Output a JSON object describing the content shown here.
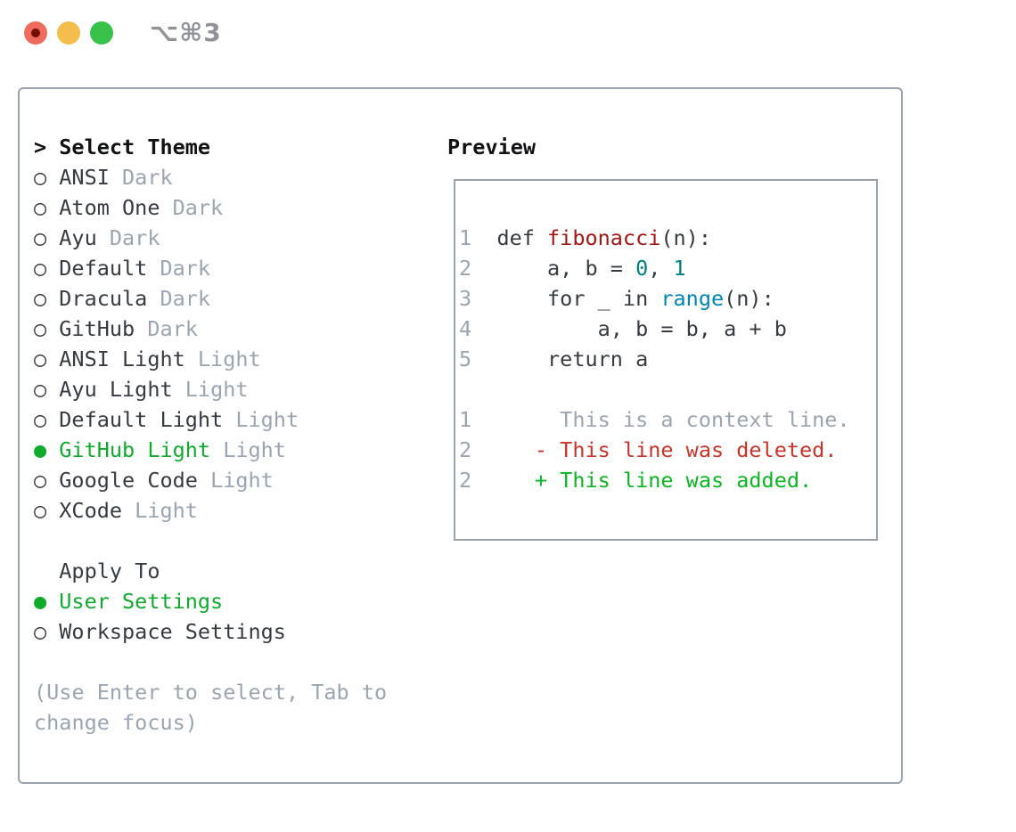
{
  "window": {
    "title": "⌥⌘3"
  },
  "traffic_lights": {
    "close_color": "#ee6a5d",
    "close_dot_color": "#740d02",
    "minimize_color": "#f5bd4b",
    "zoom_color": "#38c24a"
  },
  "theme_panel": {
    "select_header": "Select Theme",
    "cursor": ">",
    "bullet_unselected": "○",
    "bullet_selected": "●",
    "themes": [
      {
        "name": "ANSI",
        "variant": "Dark",
        "selected": false
      },
      {
        "name": "Atom One",
        "variant": "Dark",
        "selected": false
      },
      {
        "name": "Ayu",
        "variant": "Dark",
        "selected": false
      },
      {
        "name": "Default",
        "variant": "Dark",
        "selected": false
      },
      {
        "name": "Dracula",
        "variant": "Dark",
        "selected": false
      },
      {
        "name": "GitHub",
        "variant": "Dark",
        "selected": false
      },
      {
        "name": "ANSI Light",
        "variant": "Light",
        "selected": false
      },
      {
        "name": "Ayu Light",
        "variant": "Light",
        "selected": false
      },
      {
        "name": "Default Light",
        "variant": "Light",
        "selected": false
      },
      {
        "name": "GitHub Light",
        "variant": "Light",
        "selected": true
      },
      {
        "name": "Google Code",
        "variant": "Light",
        "selected": false
      },
      {
        "name": "XCode",
        "variant": "Light",
        "selected": false
      }
    ],
    "apply_to_header": "Apply To",
    "apply_targets": [
      {
        "name": "User Settings",
        "selected": true
      },
      {
        "name": "Workspace Settings",
        "selected": false
      }
    ],
    "hint_lines": [
      "(Use Enter to select, Tab to",
      "change focus)"
    ]
  },
  "preview": {
    "header": "Preview",
    "lines": [
      {
        "ln": "1",
        "tokens": [
          {
            "t": "def ",
            "c": "fg"
          },
          {
            "t": "fibonacci",
            "c": "func"
          },
          {
            "t": "(n):",
            "c": "fg"
          }
        ]
      },
      {
        "ln": "2",
        "tokens": [
          {
            "t": "    a, b = ",
            "c": "fg"
          },
          {
            "t": "0",
            "c": "num"
          },
          {
            "t": ", ",
            "c": "fg"
          },
          {
            "t": "1",
            "c": "num"
          }
        ]
      },
      {
        "ln": "3",
        "tokens": [
          {
            "t": "    for _ in ",
            "c": "fg"
          },
          {
            "t": "range",
            "c": "builtin"
          },
          {
            "t": "(n):",
            "c": "fg"
          }
        ]
      },
      {
        "ln": "4",
        "tokens": [
          {
            "t": "        a, b = b, a + b",
            "c": "fg"
          }
        ]
      },
      {
        "ln": "5",
        "tokens": [
          {
            "t": "    return a",
            "c": "fg"
          }
        ]
      },
      {
        "ln": "",
        "tokens": []
      },
      {
        "ln": "1",
        "tokens": [
          {
            "t": "     This is a context line.",
            "c": "ctx"
          }
        ]
      },
      {
        "ln": "2",
        "tokens": [
          {
            "t": "   ",
            "c": "fg"
          },
          {
            "t": "- This line was deleted.",
            "c": "del"
          }
        ]
      },
      {
        "ln": "2",
        "tokens": [
          {
            "t": "   ",
            "c": "fg"
          },
          {
            "t": "+ This line was added.",
            "c": "add"
          }
        ]
      }
    ]
  },
  "colors": {
    "text_dark": "#363b42",
    "muted_gray": "#9aa5b1",
    "accent_green": "#10ab2d",
    "added_green": "#0cb522",
    "deleted_red": "#c9342a",
    "function_red": "#a41616",
    "number_teal": "#008080",
    "builtin_blue": "#0086b3",
    "border_gray": "#9aa2ac"
  }
}
